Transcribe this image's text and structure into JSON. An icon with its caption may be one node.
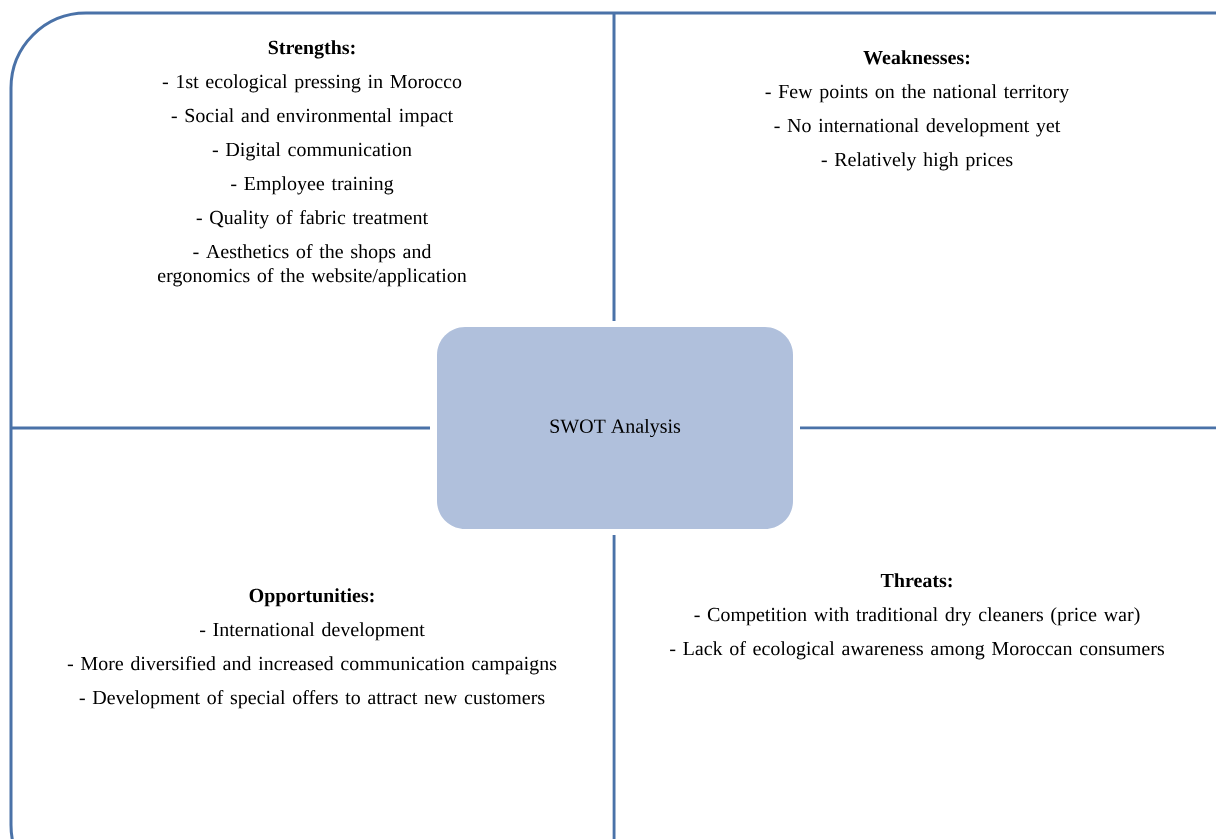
{
  "diagram": {
    "nodes": [
      {
        "text": [
          "Strengths:",
          "- 1st ecological pressing in Morocco",
          "- Social and environmental impact",
          "- Digital communication",
          "- Employee training",
          "- Quality of fabric treatment",
          "- Aesthetics of the shops and ergonomics of the website/application"
        ]
      },
      {
        "text": [
          "Weaknesses:",
          "- Few points on the national territory",
          "- No international development yet",
          "- Relatively high prices"
        ]
      },
      {
        "text": [
          "Opportunities:",
          "- International development",
          "- More diversified and increased communication campaigns",
          "- Development of special offers to attract new customers"
        ]
      },
      {
        "text": [
          "Threats:",
          "- Competition with traditional dry cleaners (price war)",
          "- Lack of ecological awareness among Moroccan consumers"
        ]
      },
      {
        "text": [
          "SWOT Analysis"
        ]
      }
    ]
  }
}
